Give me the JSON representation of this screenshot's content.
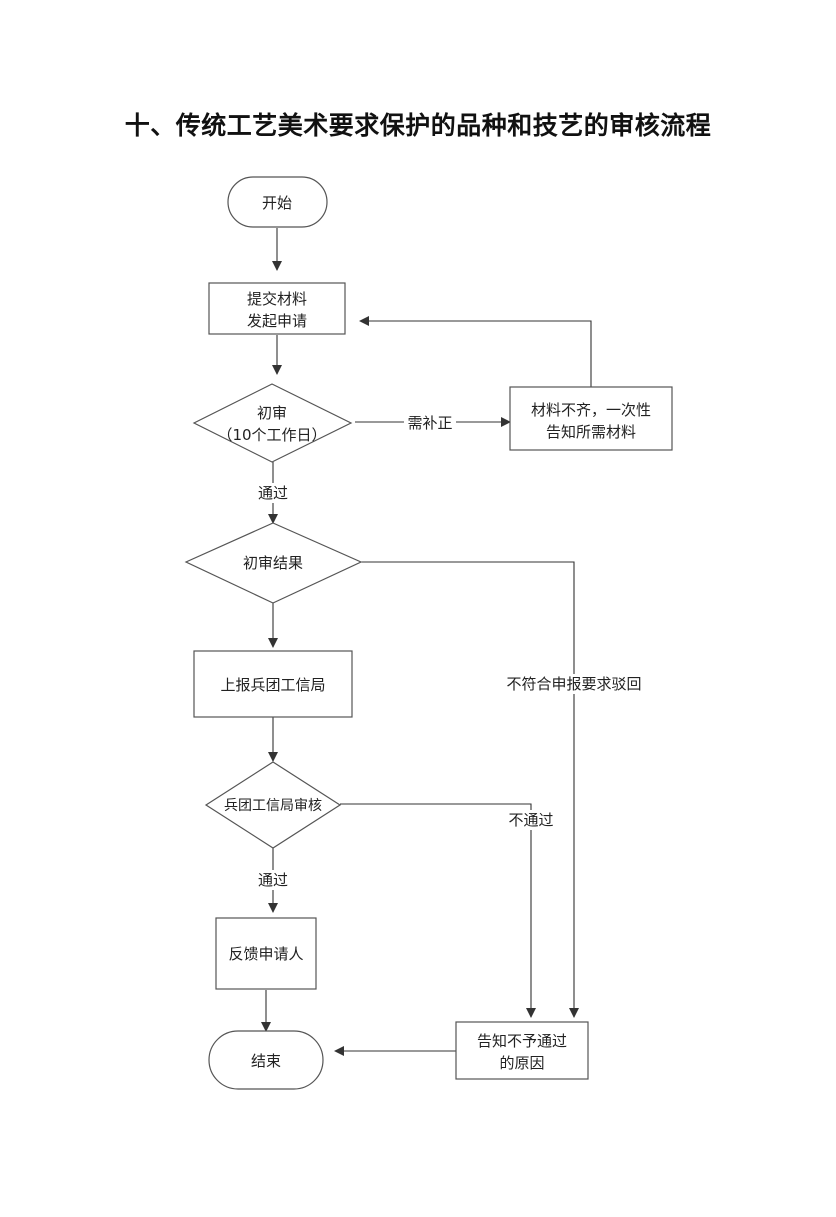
{
  "title": "十、传统工艺美术要求保护的品种和技艺的审核流程",
  "nodes": {
    "start": "开始",
    "submit": [
      "提交材料",
      "发起申请"
    ],
    "first_review": [
      "初审",
      "（10个工作日）"
    ],
    "incomplete": [
      "材料不齐，一次性",
      "告知所需材料"
    ],
    "first_result": "初审结果",
    "report": "上报兵团工信局",
    "bureau_review": "兵团工信局审核",
    "feedback": "反馈申请人",
    "notify_reason": [
      "告知不予通过",
      "的原因"
    ],
    "end": "结束"
  },
  "edge_labels": {
    "need_correction": "需补正",
    "pass_1": "通过",
    "rejected_not_meet": "不符合申报要求驳回",
    "not_pass": "不通过",
    "pass_2": "通过"
  }
}
